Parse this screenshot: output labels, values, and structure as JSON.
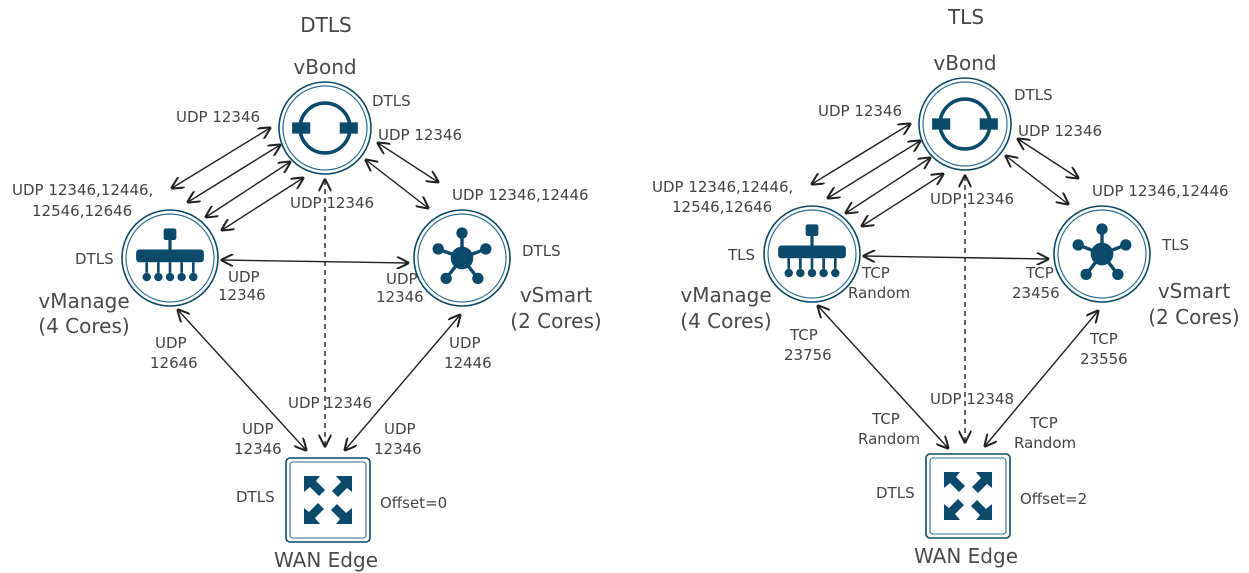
{
  "colors": {
    "icon": "#0b4a6a",
    "ring": "#2b6f93",
    "text": "#444444",
    "line": "#222222"
  },
  "diagrams": [
    {
      "title": "DTLS",
      "nodes": {
        "vbond": {
          "name": "vBond",
          "icon": "vbond-orchestrator-icon",
          "proto": "DTLS",
          "port": "UDP 12346"
        },
        "vmanage": {
          "name_line1": "vManage",
          "name_line2": "(4 Cores)",
          "icon": "vmanage-dashboard-icon",
          "proto": "DTLS",
          "port_line1": "UDP 12346,12446,",
          "port_line2": "12546,12646"
        },
        "vsmart": {
          "name_line1": "vSmart",
          "name_line2": "(2 Cores)",
          "icon": "vsmart-controller-icon",
          "proto": "DTLS",
          "port": "UDP 12346,12446"
        },
        "wanedge": {
          "name": "WAN Edge",
          "icon": "wan-edge-router-icon",
          "proto": "DTLS",
          "offset": "Offset=0"
        }
      },
      "labels": {
        "vbond_vmanage_port": "UDP 12346",
        "vbond_down_port": "UDP 12346",
        "vmanage_link_a": "UDP",
        "vmanage_link_b": "12346",
        "vsmart_link_a": "UDP",
        "vsmart_link_b": "12346",
        "vmanage_edge_a": "UDP",
        "vmanage_edge_b": "12646",
        "vsmart_edge_a": "UDP",
        "vsmart_edge_b": "12446",
        "vbond_edge_port": "UDP 12346",
        "edge_left_a": "UDP",
        "edge_left_b": "12346",
        "edge_right_a": "UDP",
        "edge_right_b": "12346"
      }
    },
    {
      "title": "TLS",
      "nodes": {
        "vbond": {
          "name": "vBond",
          "icon": "vbond-orchestrator-icon",
          "proto": "DTLS",
          "port": "UDP 12346"
        },
        "vmanage": {
          "name_line1": "vManage",
          "name_line2": "(4 Cores)",
          "icon": "vmanage-dashboard-icon",
          "proto": "TLS",
          "port_line1": "UDP 12346,12446,",
          "port_line2": "12546,12646"
        },
        "vsmart": {
          "name_line1": "vSmart",
          "name_line2": "(2 Cores)",
          "icon": "vsmart-controller-icon",
          "proto": "TLS",
          "port": "UDP 12346,12446"
        },
        "wanedge": {
          "name": "WAN Edge",
          "icon": "wan-edge-router-icon",
          "proto": "DTLS",
          "offset": "Offset=2"
        }
      },
      "labels": {
        "vbond_vmanage_port": "UDP 12346",
        "vbond_down_port": "UDP 12346",
        "vmanage_link_a": "TCP",
        "vmanage_link_b": "Random",
        "vsmart_link_a": "TCP",
        "vsmart_link_b": "23456",
        "vmanage_edge_a": "TCP",
        "vmanage_edge_b": "23756",
        "vsmart_edge_a": "TCP",
        "vsmart_edge_b": "23556",
        "vbond_edge_port": "UDP 12348",
        "edge_left_a": "TCP",
        "edge_left_b": "Random",
        "edge_right_a": "TCP",
        "edge_right_b": "Random"
      }
    }
  ]
}
